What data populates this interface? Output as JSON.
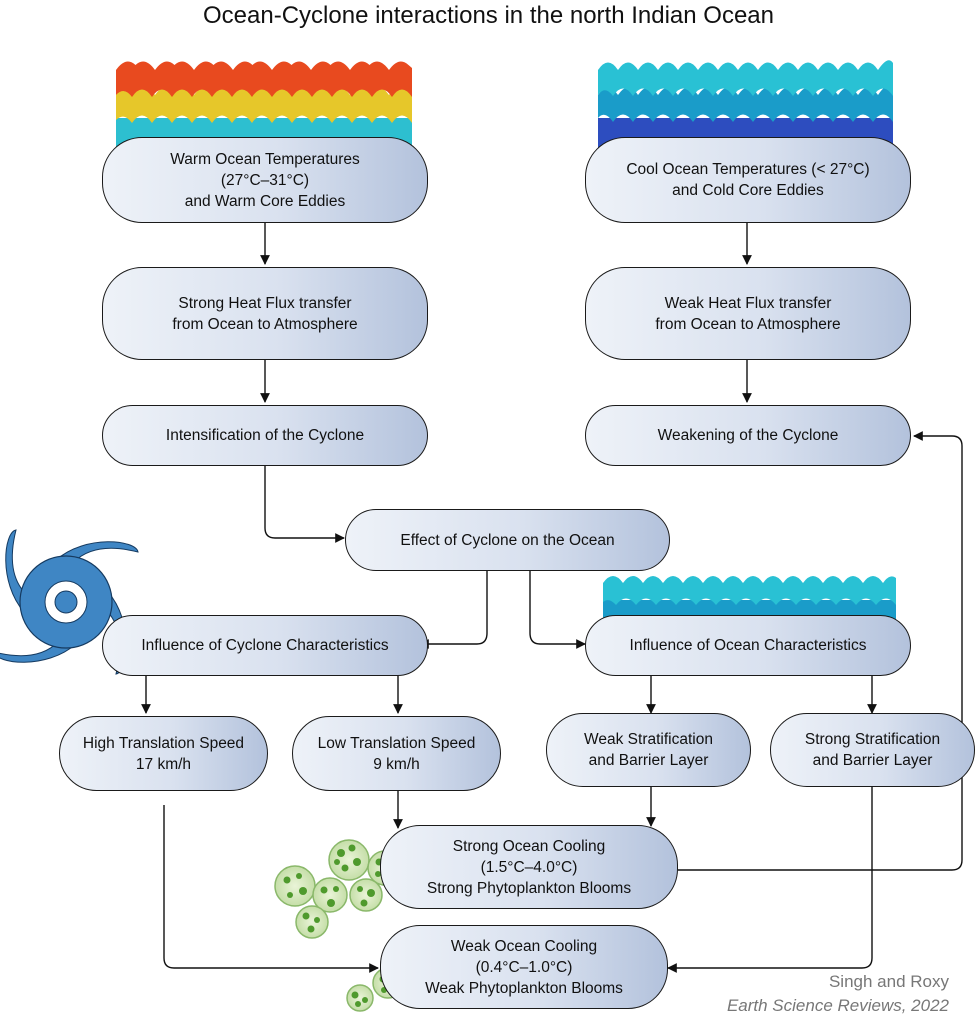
{
  "title": "Ocean-Cyclone interactions in the north Indian Ocean",
  "nodes": {
    "warm_temps": "Warm Ocean Temperatures\n(27°C–31°C)\nand Warm Core Eddies",
    "cool_temps": "Cool Ocean Temperatures (< 27°C)\nand Cold Core Eddies",
    "strong_flux": "Strong Heat Flux transfer\nfrom Ocean to Atmosphere",
    "weak_flux": "Weak Heat Flux transfer\nfrom Ocean to Atmosphere",
    "intensification": "Intensification of the Cyclone",
    "weakening": "Weakening of the Cyclone",
    "effect": "Effect of Cyclone on the Ocean",
    "cyclone_chars": "Influence of Cyclone Characteristics",
    "ocean_chars": "Influence of Ocean Characteristics",
    "high_speed": "High Translation Speed\n17 km/h",
    "low_speed": "Low Translation Speed\n9 km/h",
    "weak_strat": "Weak Stratification\nand Barrier Layer",
    "strong_strat": "Strong Stratification\nand Barrier Layer",
    "strong_cooling": "Strong Ocean Cooling\n(1.5°C–4.0°C)\nStrong Phytoplankton Blooms",
    "weak_cooling": "Weak Ocean Cooling\n(0.4°C–1.0°C)\nWeak Phytoplankton Blooms"
  },
  "credit": {
    "authors": "Singh and Roxy",
    "journal": "Earth Science Reviews, 2022"
  },
  "colors": {
    "warm_wave_top": "#e84a1f",
    "warm_wave_mid": "#e6c72a",
    "warm_wave_bottom": "#2dbfd0",
    "cool_wave_top": "#29c1d4",
    "cool_wave_mid": "#1a9cc9",
    "cool_wave_bottom": "#2d4dbf",
    "cyclone": "#3f86c4",
    "phytoplankton": "#63ac3a"
  }
}
